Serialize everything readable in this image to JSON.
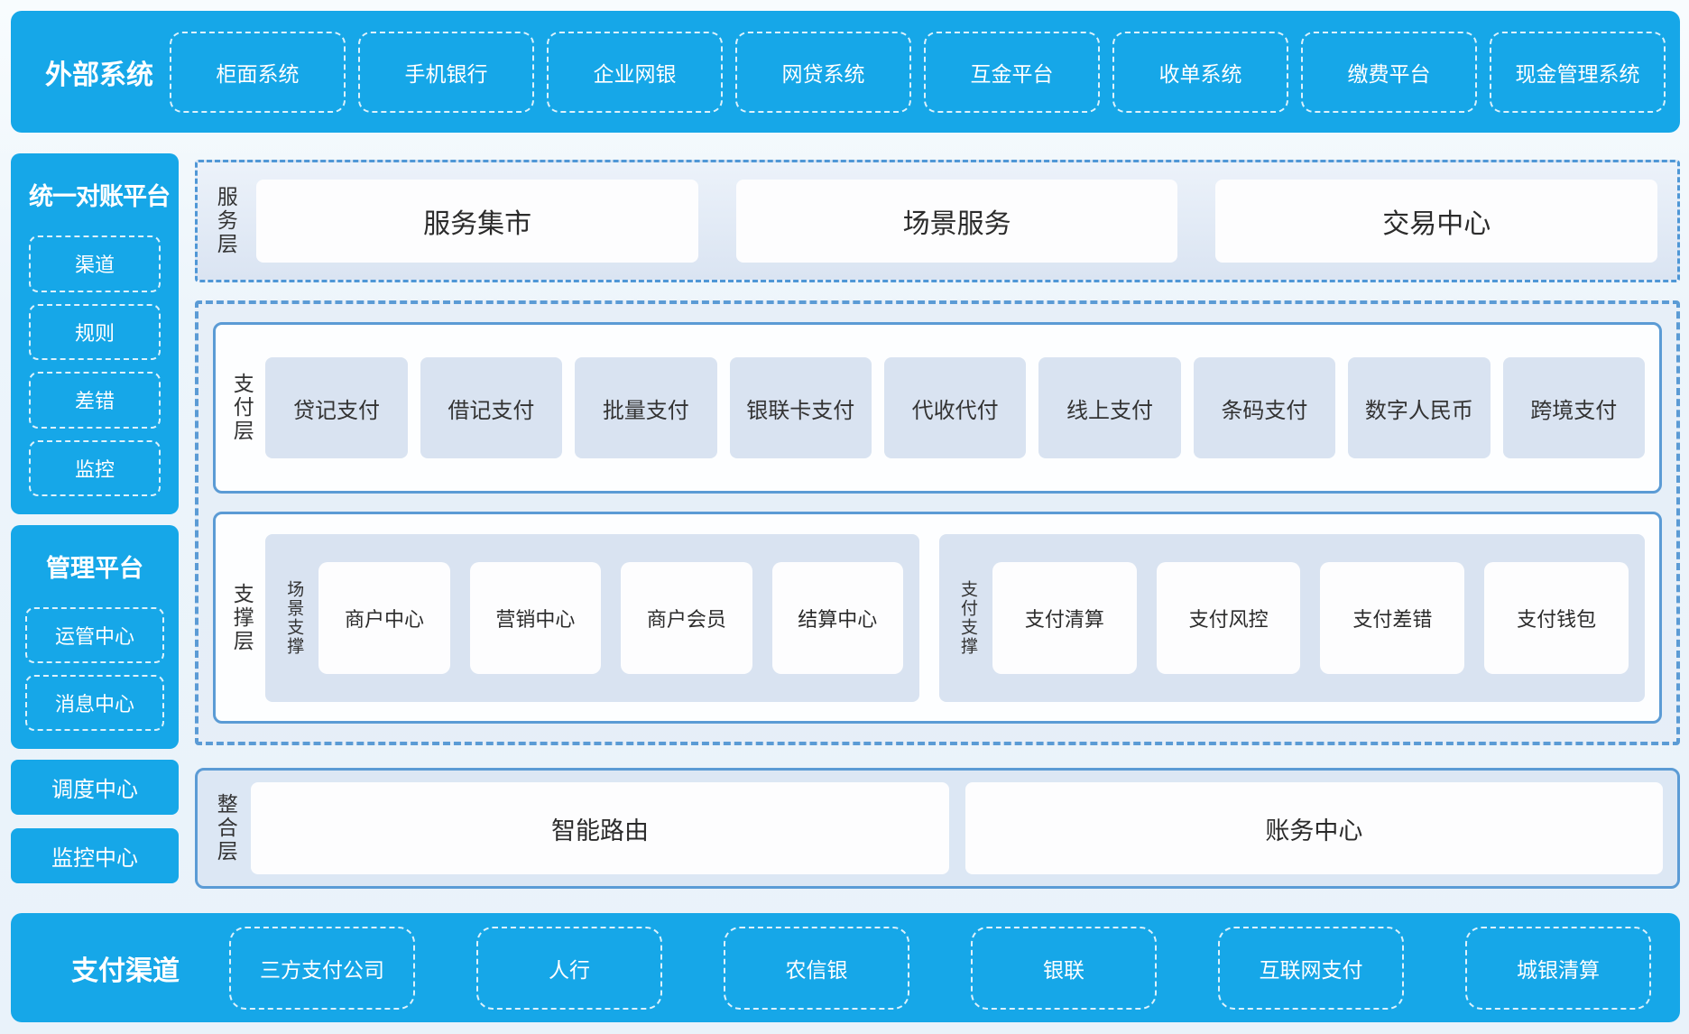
{
  "colors": {
    "accent_blue": "#16a7e8",
    "panel_blue": "#dce6f3",
    "tile_blue": "#d9e3f1",
    "border_blue": "#5b9bd5",
    "dash_dot_blue": "#4f97d6",
    "page_bg": "#edf5fb",
    "text_dark": "#333333",
    "text_white": "#ffffff"
  },
  "top_bar": {
    "title": "外部系统",
    "items": [
      "柜面系统",
      "手机银行",
      "企业网银",
      "网贷系统",
      "互金平台",
      "收单系统",
      "缴费平台",
      "现金管理系统"
    ]
  },
  "sidebar": {
    "reconciliation_platform": {
      "title": "统一对账平台",
      "items": [
        "渠道",
        "规则",
        "差错",
        "监控"
      ]
    },
    "management_platform": {
      "title": "管理平台",
      "items": [
        "运管中心",
        "消息中心"
      ]
    },
    "standalone": [
      "调度中心",
      "监控中心"
    ]
  },
  "service_layer": {
    "label": "服务层",
    "items": [
      "服务集市",
      "场景服务",
      "交易中心"
    ]
  },
  "payment_layer": {
    "label": "支付层",
    "items": [
      "贷记支付",
      "借记支付",
      "批量支付",
      "银联卡支付",
      "代收代付",
      "线上支付",
      "条码支付",
      "数字人民币",
      "跨境支付"
    ]
  },
  "support_layer": {
    "label": "支撑层",
    "groups": [
      {
        "label": "场景支撑",
        "items": [
          "商户中心",
          "营销中心",
          "商户会员",
          "结算中心"
        ]
      },
      {
        "label": "支付支撑",
        "items": [
          "支付清算",
          "支付风控",
          "支付差错",
          "支付钱包"
        ]
      }
    ]
  },
  "integration_layer": {
    "label": "整合层",
    "items": [
      "智能路由",
      "账务中心"
    ]
  },
  "bottom_bar": {
    "title": "支付渠道",
    "items": [
      "三方支付公司",
      "人行",
      "农信银",
      "银联",
      "互联网支付",
      "城银清算"
    ]
  }
}
